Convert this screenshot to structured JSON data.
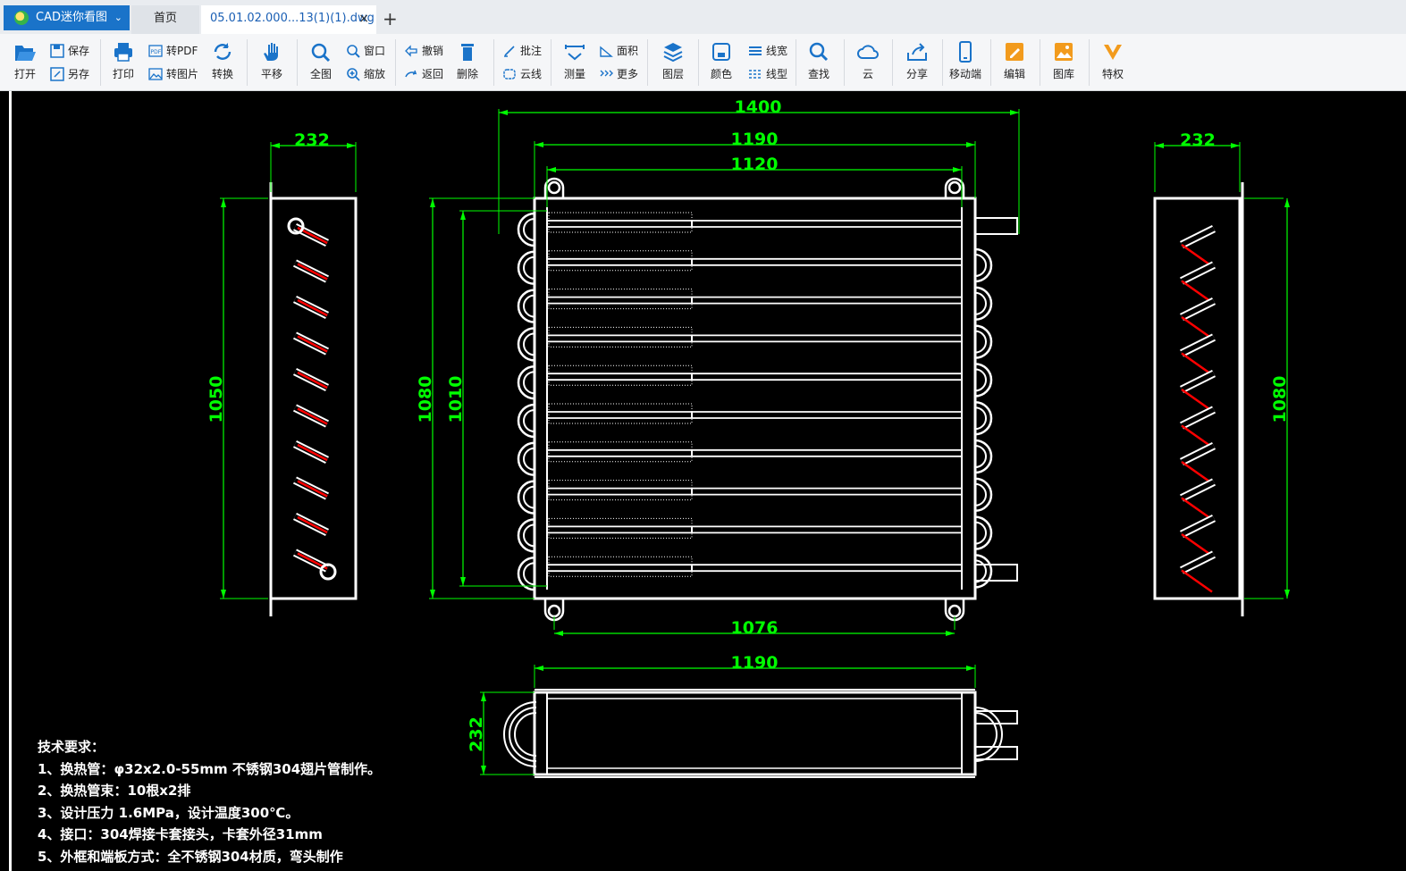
{
  "titlebar": {
    "app_name": "CAD迷你看图",
    "tabs": [
      {
        "label": "首页",
        "active": false
      },
      {
        "label": "05.01.02.000...13(1)(1).dwg",
        "active": true
      }
    ]
  },
  "toolbar": {
    "open": "打开",
    "save": "保存",
    "save_as": "另存",
    "print": "打印",
    "to_pdf": "转PDF",
    "to_image": "转图片",
    "convert": "转换",
    "pan": "平移",
    "full_view": "全图",
    "window": "窗口",
    "zoom": "缩放",
    "undo": "撤销",
    "back": "返回",
    "delete": "删除",
    "annotate": "批注",
    "cloud_line": "云线",
    "measure": "测量",
    "area": "面积",
    "more": "更多",
    "layers": "图层",
    "color": "颜色",
    "line_width": "线宽",
    "line_type": "线型",
    "find": "查找",
    "cloud": "云",
    "share": "分享",
    "mobile": "移动端",
    "edit": "编辑",
    "gallery": "图库",
    "privilege": "特权"
  },
  "drawing": {
    "dims": {
      "side_width": "232",
      "overall_width": "1400",
      "width_1190": "1190",
      "width_1120": "1120",
      "height_1050": "1050",
      "height_1080": "1080",
      "height_1010": "1010",
      "bolt_spacing": "1076",
      "bottom_width": "1190",
      "bottom_depth": "232"
    },
    "notes": [
      "技术要求：",
      "1、换热管：φ32x2.0-55mm 不锈钢304翅片管制作。",
      "2、换热管束：10根x2排",
      "3、设计压力 1.6MPa，设计温度300℃。",
      "4、接口：304焊接卡套接头，卡套外径31mm",
      "5、外框和端板方式：全不锈钢304材质，弯头制作"
    ]
  },
  "colors": {
    "dimension": "#00ff00",
    "drawing": "#ffffff",
    "hidden": "#ff0000",
    "background": "#000000",
    "accent": "#1a73c9"
  }
}
